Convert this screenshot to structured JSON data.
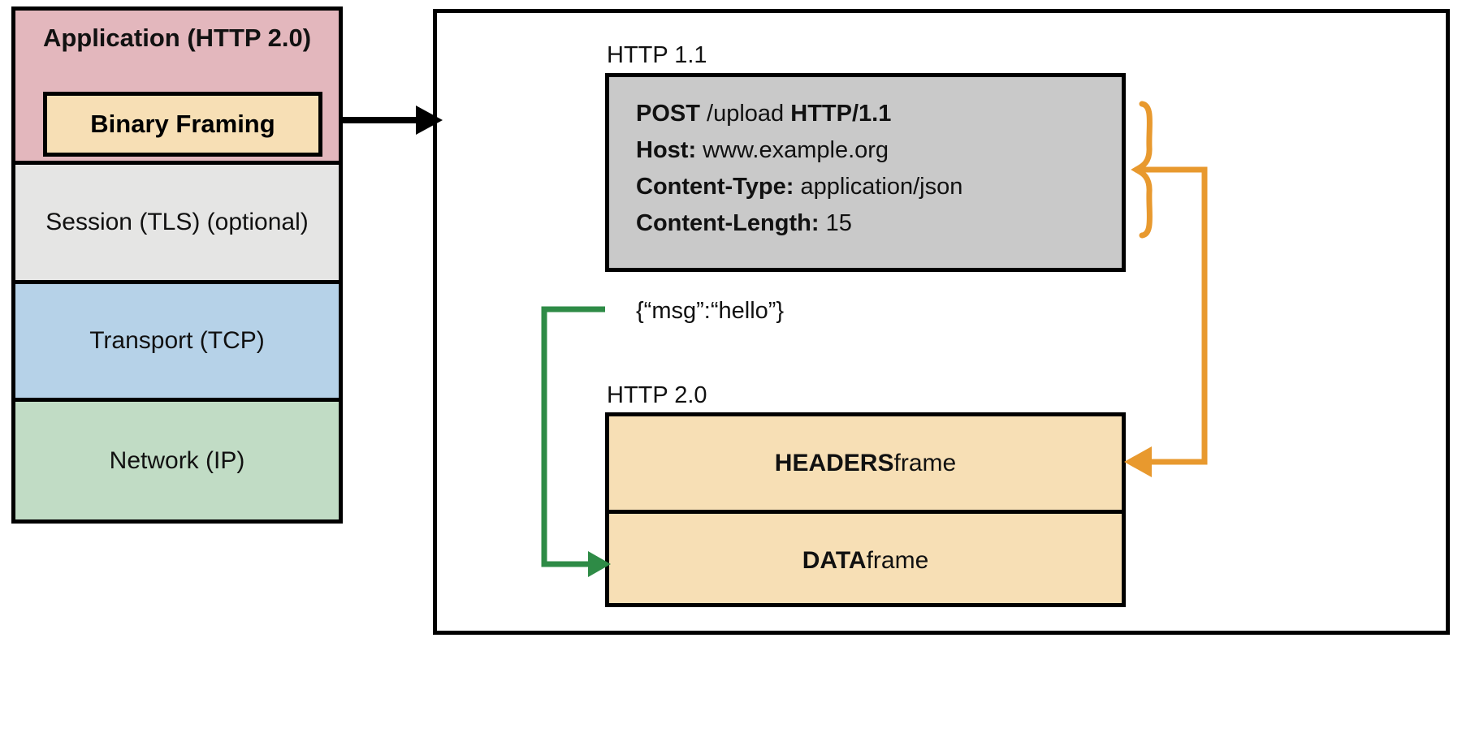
{
  "diagram": {
    "title": "HTTP 2.0 binary framing layer",
    "colors": {
      "application_layer": "#e3b7bd",
      "binary_framing": "#f7dfb5",
      "session_layer": "#e5e5e4",
      "transport_layer": "#b6d2e8",
      "network_layer": "#c1dcc5",
      "http11_box": "#c9c9c9",
      "frame_fill": "#f7dfb5",
      "headers_route": "#e8992e",
      "body_route": "#2e8b46",
      "outline": "#000000"
    }
  },
  "stack": {
    "layers": [
      {
        "label": "Application (HTTP 2.0)",
        "name": "application"
      },
      {
        "label": "Binary Framing",
        "name": "binary-framing"
      },
      {
        "label": "Session (TLS) (optional)",
        "name": "session"
      },
      {
        "label": "Transport (TCP)",
        "name": "transport"
      },
      {
        "label": "Network (IP)",
        "name": "network"
      }
    ]
  },
  "right_panel": {
    "http11": {
      "caption": "HTTP 1.1",
      "request_line": {
        "method": "POST",
        "path": "/upload",
        "version": "HTTP/1.1"
      },
      "headers": [
        {
          "name": "Host:",
          "value": "www.example.org"
        },
        {
          "name": "Content-Type:",
          "value": "application/json"
        },
        {
          "name": "Content-Length:",
          "value": "15"
        }
      ],
      "body": "{“msg”:“hello”}"
    },
    "http20": {
      "caption": "HTTP 2.0",
      "frames": [
        {
          "bold": "HEADERS",
          "rest": " frame",
          "name": "headers-frame"
        },
        {
          "bold": "DATA",
          "rest": " frame",
          "name": "data-frame"
        }
      ]
    }
  },
  "connectors": {
    "stack_to_panel": "arrow-right-black",
    "headers_to_headers_frame": "brace-then-arrow-orange",
    "body_to_data_frame": "elbow-arrow-green"
  }
}
